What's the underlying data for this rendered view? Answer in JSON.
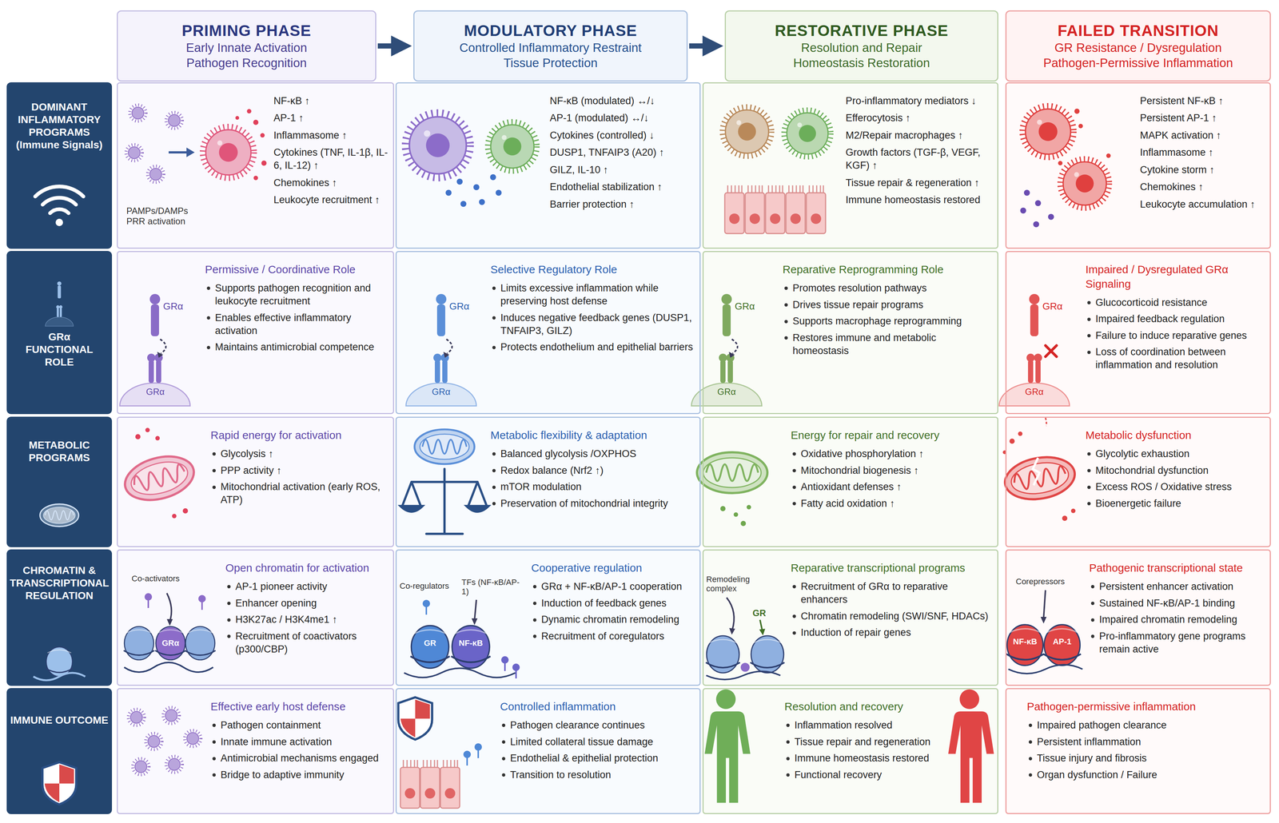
{
  "diagram": {
    "nodes": [
      {
        "text": [
          "PRIMING PHASE",
          "Early Innate Activation",
          "Pathogen Recognition"
        ]
      },
      {
        "text": [
          "MODULATORY PHASE",
          "Controlled Inflammatory Restraint",
          "Tissue Protection"
        ]
      },
      {
        "text": [
          "RESTORATIVE PHASE",
          "Resolution and Repair",
          "Homeostasis Restoration"
        ]
      },
      {
        "text": [
          "FAILED TRANSITION",
          "GR Resistance / Dysregulation",
          "Pathogen-Permissive Inflammation"
        ]
      },
      {
        "text": [
          "DOMINANT INFLAMMATORY PROGRAMS (Immune Signals)"
        ]
      },
      {
        "text": [
          "NF-κB ↑",
          "AP-1 ↑",
          "Inflammasome ↑",
          "Cytokines (TNF, IL-1β, IL-6, IL-12) ↑",
          "Chemokines ↑",
          "Leukocyte recruitment ↑"
        ]
      },
      {
        "text": [
          "NF-κB (modulated) ↔/↓",
          "AP-1 (modulated) ↔/↓",
          "Cytokines (controlled) ↓",
          "DUSP1, TNFAIP3 (A20) ↑",
          "GILZ, IL-10 ↑",
          "Endothelial stabilization ↑",
          "Barrier protection ↑"
        ]
      },
      {
        "text": [
          "Pro-inflammatory mediators ↓",
          "Efferocytosis ↑",
          "M2/Repair macrophages ↑",
          "Growth factors (TGF-β, VEGF, KGF) ↑",
          "Tissue repair & regeneration ↑",
          "Immune homeostasis restored"
        ]
      },
      {
        "text": [
          "Persistent NF-κB ↑",
          "Persistent AP-1 ↑",
          "MAPK activation ↑",
          "Inflammasome ↑",
          "Cytokine storm ↑",
          "Chemokines ↑",
          "Leukocyte accumulation ↑"
        ]
      },
      {
        "text": [
          "GRα FUNCTIONAL ROLE"
        ]
      },
      {
        "text": [
          "Permissive / Coordinative Role",
          "Supports pathogen recognition and leukocyte recruitment",
          "Enables effective inflammatory activation",
          "Maintains antimicrobial competence"
        ]
      },
      {
        "text": [
          "Selective Regulatory Role",
          "Limits excessive inflammation while preserving host defense",
          "Induces negative feedback genes (DUSP1, TNFAIP3, GILZ)",
          "Protects endothelium and epithelial barriers"
        ]
      },
      {
        "text": [
          "Reparative Reprogramming Role",
          "Promotes resolution pathways",
          "Drives tissue repair programs",
          "Supports macrophage reprogramming",
          "Restores immune and metabolic homeostasis"
        ]
      },
      {
        "text": [
          "Impaired / Dysregulated GRα Signaling",
          "Glucocorticoid resistance",
          "Impaired feedback regulation",
          "Failure to induce reparative genes",
          "Loss of coordination between inflammation and resolution"
        ]
      },
      {
        "text": [
          "METABOLIC PROGRAMS"
        ]
      },
      {
        "text": [
          "Rapid energy for activation",
          "Glycolysis ↑",
          "PPP activity ↑",
          "Mitochondrial activation (early ROS, ATP)"
        ]
      },
      {
        "text": [
          "Metabolic flexibility & adaptation",
          "Balanced glycolysis /OXPHOS",
          "Redox balance (Nrf2 ↑)",
          "mTOR modulation",
          "Preservation of mitochondrial integrity"
        ]
      },
      {
        "text": [
          "Energy for repair and recovery",
          "Oxidative phosphorylation ↑",
          "Mitochondrial biogenesis ↑",
          "Antioxidant defenses ↑",
          "Fatty acid oxidation ↑"
        ]
      },
      {
        "text": [
          "Metabolic dysfunction",
          "Glycolytic exhaustion",
          "Mitochondrial dysfunction",
          "Excess ROS / Oxidative stress",
          "Bioenergetic failure"
        ]
      },
      {
        "text": [
          "CHROMATIN & TRANSCRIPTIONAL REGULATION"
        ]
      },
      {
        "text": [
          "Open chromatin for activation",
          "AP-1 pioneer activity",
          "Enhancer opening",
          "H3K27ac / H3K4me1 ↑",
          "Recruitment of coactivators (p300/CBP)"
        ]
      },
      {
        "text": [
          "Cooperative regulation",
          "GRα + NF-κB/AP-1 cooperation",
          "Induction of feedback genes",
          "Dynamic chromatin remodeling",
          "Recruitment of coregulators"
        ]
      },
      {
        "text": [
          "Reparative transcriptional programs",
          "Recruitment of GRα to reparative enhancers",
          "Chromatin remodeling (SWI/SNF, HDACs)",
          "Induction of repair genes"
        ]
      },
      {
        "text": [
          "Pathogenic transcriptional state",
          "Persistent enhancer activation",
          "Sustained NF-κB/AP-1 binding",
          "Impaired chromatin remodeling",
          "Pro-inflammatory gene programs remain active"
        ]
      },
      {
        "text": [
          "IMMUNE OUTCOME"
        ]
      },
      {
        "text": [
          "Effective early host defense",
          "Pathogen containment",
          "Innate immune activation",
          "Antimicrobial mechanisms engaged",
          "Bridge to adaptive immunity"
        ]
      },
      {
        "text": [
          "Controlled inflammation",
          "Pathogen clearance continues",
          "Limited collateral tissue damage",
          "Endothelial & epithelial protection",
          "Transition to resolution"
        ]
      },
      {
        "text": [
          "Resolution and recovery",
          "Inflammation resolved",
          "Tissue repair and regeneration",
          "Immune homeostasis restored",
          "Functional recovery"
        ]
      },
      {
        "text": [
          "Pathogen-permissive inflammation",
          "Impaired pathogen clearance",
          "Persistent inflammation",
          "Tissue injury and fibrosis",
          "Organ dysfunction / Failure"
        ]
      }
    ],
    "edges": [
      {
        "from": 0,
        "to": 1,
        "arrow": "to"
      },
      {
        "from": 1,
        "to": 2,
        "arrow": "to"
      }
    ],
    "labels": [
      "PAMPs/DAMPs PRR activation",
      "GRα",
      "GRα",
      "GRα",
      "GRα",
      "GRα",
      "GRα",
      "GRα",
      "GRα",
      "Co-activators",
      "GRα",
      "Co-regulators",
      "TFs (NF-κB/AP-1)",
      "GR",
      "NF-κB",
      "Remodeling complex",
      "GR",
      "Corepressors",
      "NF-κB",
      "AP-1"
    ]
  }
}
